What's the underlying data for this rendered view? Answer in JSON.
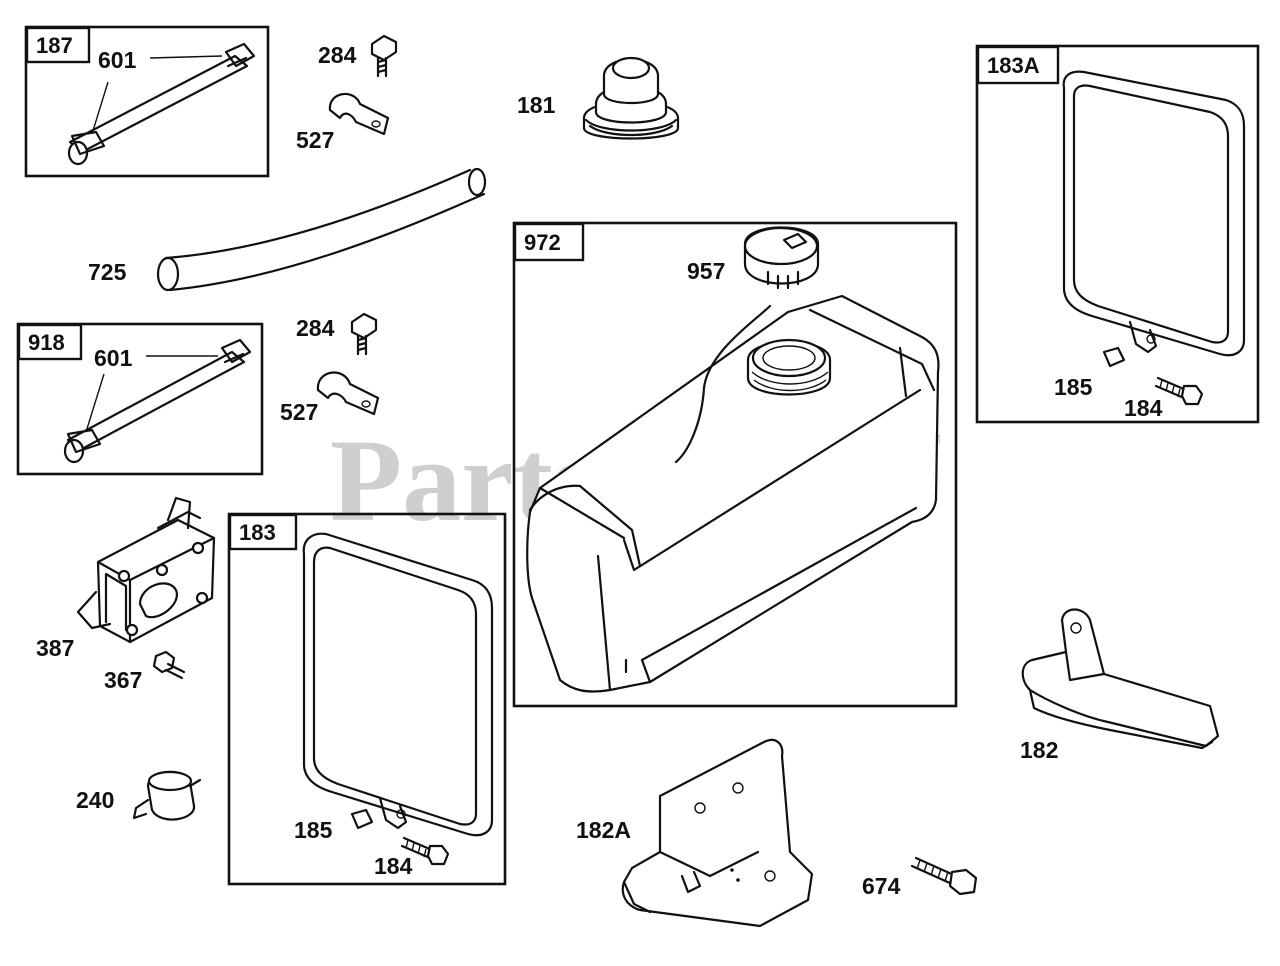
{
  "watermark": {
    "text": "PartsTree",
    "trademark": "TM"
  },
  "groups": [
    {
      "id": "187",
      "label": "187"
    },
    {
      "id": "918",
      "label": "918"
    },
    {
      "id": "972",
      "label": "972"
    },
    {
      "id": "183",
      "label": "183"
    },
    {
      "id": "183A",
      "label": "183A"
    }
  ],
  "callouts": {
    "c601a": "601",
    "c601b": "601",
    "c284a": "284",
    "c284b": "284",
    "c527a": "527",
    "c527b": "527",
    "c181": "181",
    "c725": "725",
    "c957": "957",
    "c185a": "185",
    "c184a": "184",
    "c185b": "185",
    "c184b": "184",
    "c387": "387",
    "c367": "367",
    "c240": "240",
    "c182": "182",
    "c182A": "182A",
    "c674": "674"
  }
}
